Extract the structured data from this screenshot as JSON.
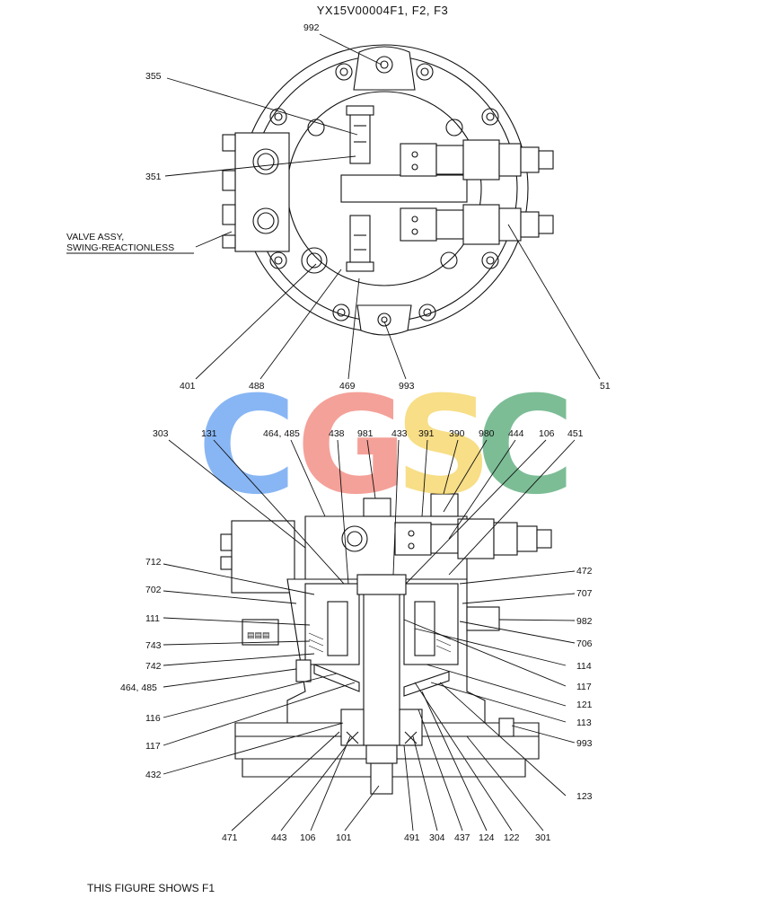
{
  "title": "YX15V00004F1, F2, F3",
  "footer": "THIS FIGURE SHOWS  F1",
  "valve_label": [
    "VALVE ASSY,",
    "SWING-REACTIONLESS"
  ],
  "watermark": {
    "letters": [
      "C",
      "G",
      "S",
      "C"
    ],
    "colors": [
      "#5b9bf0",
      "#f07d72",
      "#f5d25a",
      "#4aa56e"
    ]
  },
  "labels_top": [
    "992",
    "355",
    "351",
    "401",
    "488",
    "469",
    "993",
    "51"
  ],
  "labels_bottom_header": [
    "303",
    "131",
    "464, 485",
    "438",
    "981",
    "433",
    "391",
    "390",
    "980",
    "444",
    "106",
    "451"
  ],
  "labels_left": [
    "712",
    "702",
    "111",
    "743",
    "742",
    "464, 485",
    "116",
    "117",
    "432"
  ],
  "labels_right": [
    "472",
    "707",
    "982",
    "706",
    "114",
    "117",
    "121",
    "113",
    "993",
    "123"
  ],
  "labels_bottom": [
    "471",
    "443",
    "106",
    "101",
    "491",
    "304",
    "437",
    "124",
    "122",
    "301"
  ]
}
